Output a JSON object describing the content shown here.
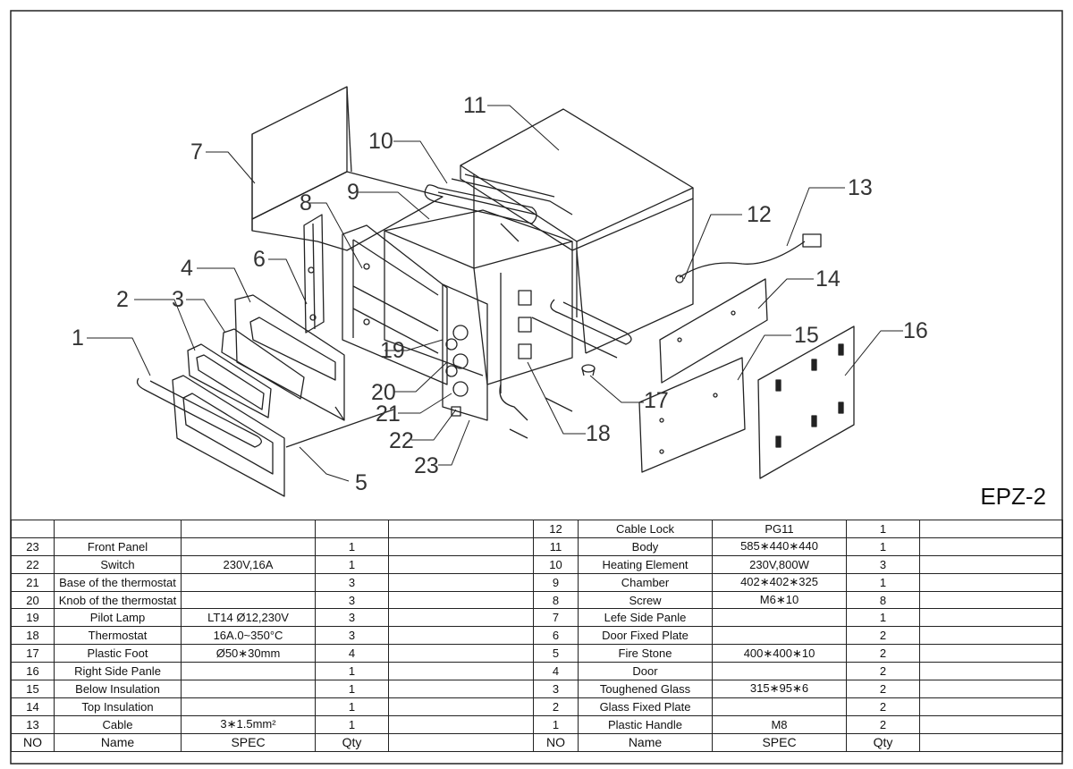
{
  "model": "EPZ-2",
  "callouts": [
    "1",
    "2",
    "3",
    "4",
    "5",
    "6",
    "7",
    "8",
    "9",
    "10",
    "11",
    "12",
    "13",
    "14",
    "15",
    "16",
    "17",
    "18",
    "19",
    "20",
    "21",
    "22",
    "23"
  ],
  "table": {
    "headers": {
      "no": "NO",
      "name": "Name",
      "spec": "SPEC",
      "qty": "Qty"
    },
    "left": [
      {
        "no": "",
        "name": "",
        "spec": "",
        "qty": ""
      },
      {
        "no": "23",
        "name": "Front Panel",
        "spec": "",
        "qty": "1"
      },
      {
        "no": "22",
        "name": "Switch",
        "spec": "230V,16A",
        "qty": "1"
      },
      {
        "no": "21",
        "name": "Base of the thermostat",
        "spec": "",
        "qty": "3"
      },
      {
        "no": "20",
        "name": "Knob of the thermostat",
        "spec": "",
        "qty": "3"
      },
      {
        "no": "19",
        "name": "Pilot Lamp",
        "spec": "LT14 Ø12,230V",
        "qty": "3"
      },
      {
        "no": "18",
        "name": "Thermostat",
        "spec": "16A.0~350°C",
        "qty": "3"
      },
      {
        "no": "17",
        "name": "Plastic Foot",
        "spec": "Ø50∗30mm",
        "qty": "4"
      },
      {
        "no": "16",
        "name": "Right Side Panle",
        "spec": "",
        "qty": "1"
      },
      {
        "no": "15",
        "name": "Below Insulation",
        "spec": "",
        "qty": "1"
      },
      {
        "no": "14",
        "name": "Top Insulation",
        "spec": "",
        "qty": "1"
      },
      {
        "no": "13",
        "name": "Cable",
        "spec": "3∗1.5mm²",
        "qty": "1"
      }
    ],
    "right": [
      {
        "no": "12",
        "name": "Cable Lock",
        "spec": "PG11",
        "qty": "1"
      },
      {
        "no": "11",
        "name": "Body",
        "spec": "585∗440∗440",
        "qty": "1"
      },
      {
        "no": "10",
        "name": "Heating Element",
        "spec": "230V,800W",
        "qty": "3"
      },
      {
        "no": "9",
        "name": "Chamber",
        "spec": "402∗402∗325",
        "qty": "1"
      },
      {
        "no": "8",
        "name": "Screw",
        "spec": "M6∗10",
        "qty": "8"
      },
      {
        "no": "7",
        "name": "Lefe Side Panle",
        "spec": "",
        "qty": "1"
      },
      {
        "no": "6",
        "name": "Door Fixed Plate",
        "spec": "",
        "qty": "2"
      },
      {
        "no": "5",
        "name": "Fire Stone",
        "spec": "400∗400∗10",
        "qty": "2"
      },
      {
        "no": "4",
        "name": "Door",
        "spec": "",
        "qty": "2"
      },
      {
        "no": "3",
        "name": "Toughened Glass",
        "spec": "315∗95∗6",
        "qty": "2"
      },
      {
        "no": "2",
        "name": "Glass Fixed Plate",
        "spec": "",
        "qty": "2"
      },
      {
        "no": "1",
        "name": "Plastic Handle",
        "spec": "M8",
        "qty": "2"
      }
    ]
  }
}
